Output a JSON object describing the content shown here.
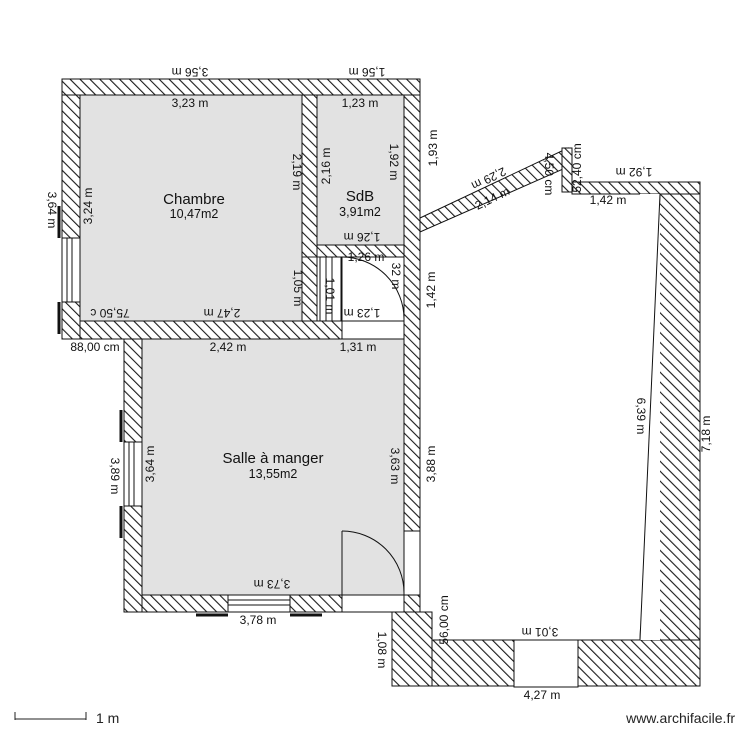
{
  "rooms": {
    "chambre": {
      "name": "Chambre",
      "area": "10,47m2"
    },
    "sdb": {
      "name": "SdB",
      "area": "3,91m2"
    },
    "salle": {
      "name": "Salle à manger",
      "area": "13,55m2"
    }
  },
  "dimensions": {
    "ext_top_left": "3,56 m",
    "ext_top_right": "1,56 m",
    "chambre_top": "3,23 m",
    "sdb_top": "1,23 m",
    "chambre_right": "2,19 m",
    "sdb_left": "2,16 m",
    "sdb_right": "1,92 m",
    "ext_right_sdb": "1,93 m",
    "ext_left_chambre": "3,64 m",
    "chambre_left": "3,24 m",
    "sdb_bottom": "1,26 m",
    "sdb_bottom2": "1,26 m",
    "hall_left": "1,05 m",
    "hall_mid": "1,01 m",
    "hall_right": "32 m",
    "hall_ext_right": "1,42 m",
    "hall_bottom": "1,23 m",
    "chambre_bottom": "2,47 m",
    "chambre_bottom_small": "75,50 c",
    "wall_88": "88,00 cm",
    "salle_top_left": "2,42 m",
    "salle_top_right": "1,31 m",
    "salle_ext_left": "3,89 m",
    "salle_left": "3,64 m",
    "salle_right": "3,63 m",
    "salle_ext_right": "3,88 m",
    "salle_bottom": "3,73 m",
    "salle_ext_bottom": "3,78 m",
    "diag_outer": "2,29 m",
    "diag_inner": "2,14 m",
    "notch_a": "4,50 cm",
    "notch_b": "52,40 cm",
    "terr_top_ext": "1,92 m",
    "terr_top_int": "1,42 m",
    "terr_right_int": "6,39 m",
    "terr_right_ext": "7,18 m",
    "terr_bottom_int": "3,01 m",
    "terr_bottom_ext": "4,27 m",
    "terr_notch": "56,00 cm",
    "terr_left_ext": "1,08 m"
  },
  "scale": {
    "label": "1 m"
  },
  "watermark": "www.archifacile.fr",
  "colors": {
    "floor": "#e2e2e2",
    "wall": "#111111",
    "window": "#cfcfcf"
  }
}
